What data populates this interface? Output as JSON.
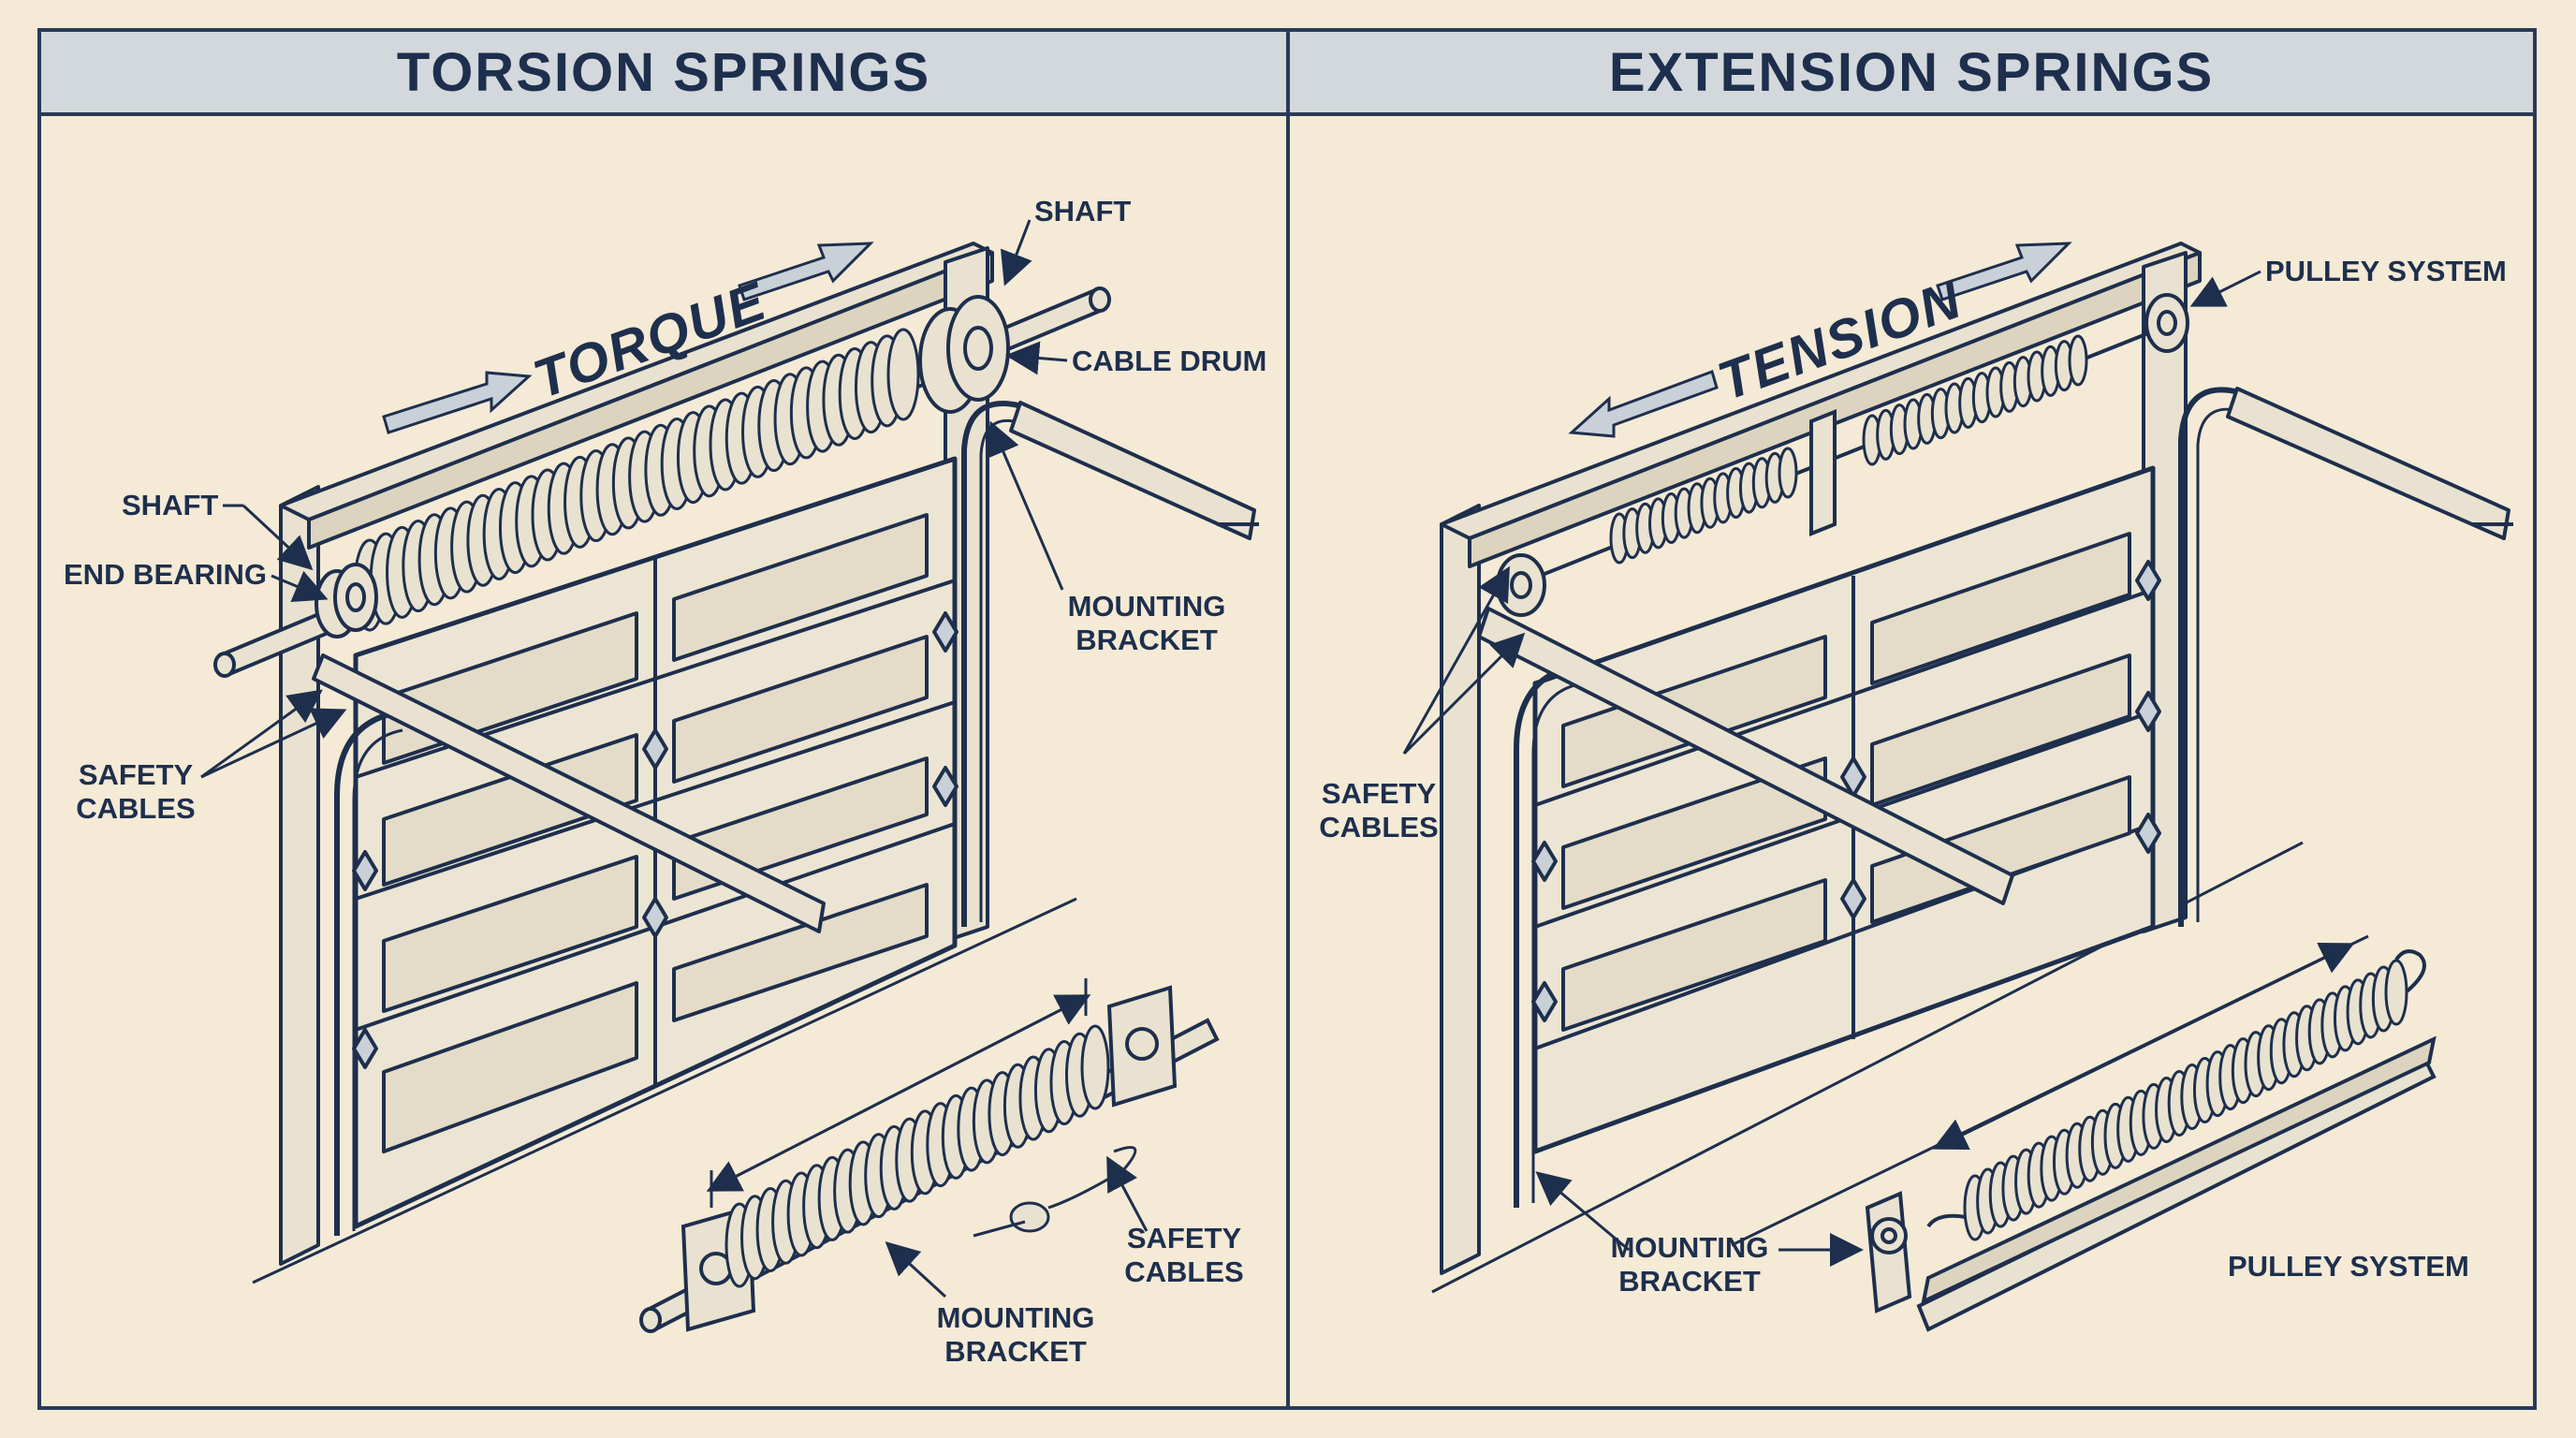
{
  "panels": {
    "left": {
      "title": "TORSION SPRINGS",
      "force_label": "TORQUE",
      "labels": {
        "shaft_top": "SHAFT",
        "cable_drum": "CABLE DRUM",
        "shaft_left": "SHAFT",
        "end_bearing": "END BEARING",
        "mounting_bracket_1": "MOUNTING",
        "mounting_bracket_2": "BRACKET",
        "safety_cables_1": "SAFETY",
        "safety_cables_2": "CABLES",
        "detail_safety_1": "SAFETY",
        "detail_safety_2": "CABLES",
        "detail_mount_1": "MOUNTING",
        "detail_mount_2": "BRACKET"
      }
    },
    "right": {
      "title": "EXTENSION SPRINGS",
      "force_label": "TENSION",
      "labels": {
        "pulley_top": "PULLEY SYSTEM",
        "safety_cables_1": "SAFETY",
        "safety_cables_2": "CABLES",
        "mounting_bracket_1": "MOUNTING",
        "mounting_bracket_2": "BRACKET",
        "pulley_bottom": "PULLEY SYSTEM"
      }
    }
  },
  "colors": {
    "background": "#f4ead6",
    "ink": "#1e2f4d",
    "banner": "#d3d8dc",
    "door": "#e9e2d0",
    "arrow_fill": "#c9d0d8"
  }
}
